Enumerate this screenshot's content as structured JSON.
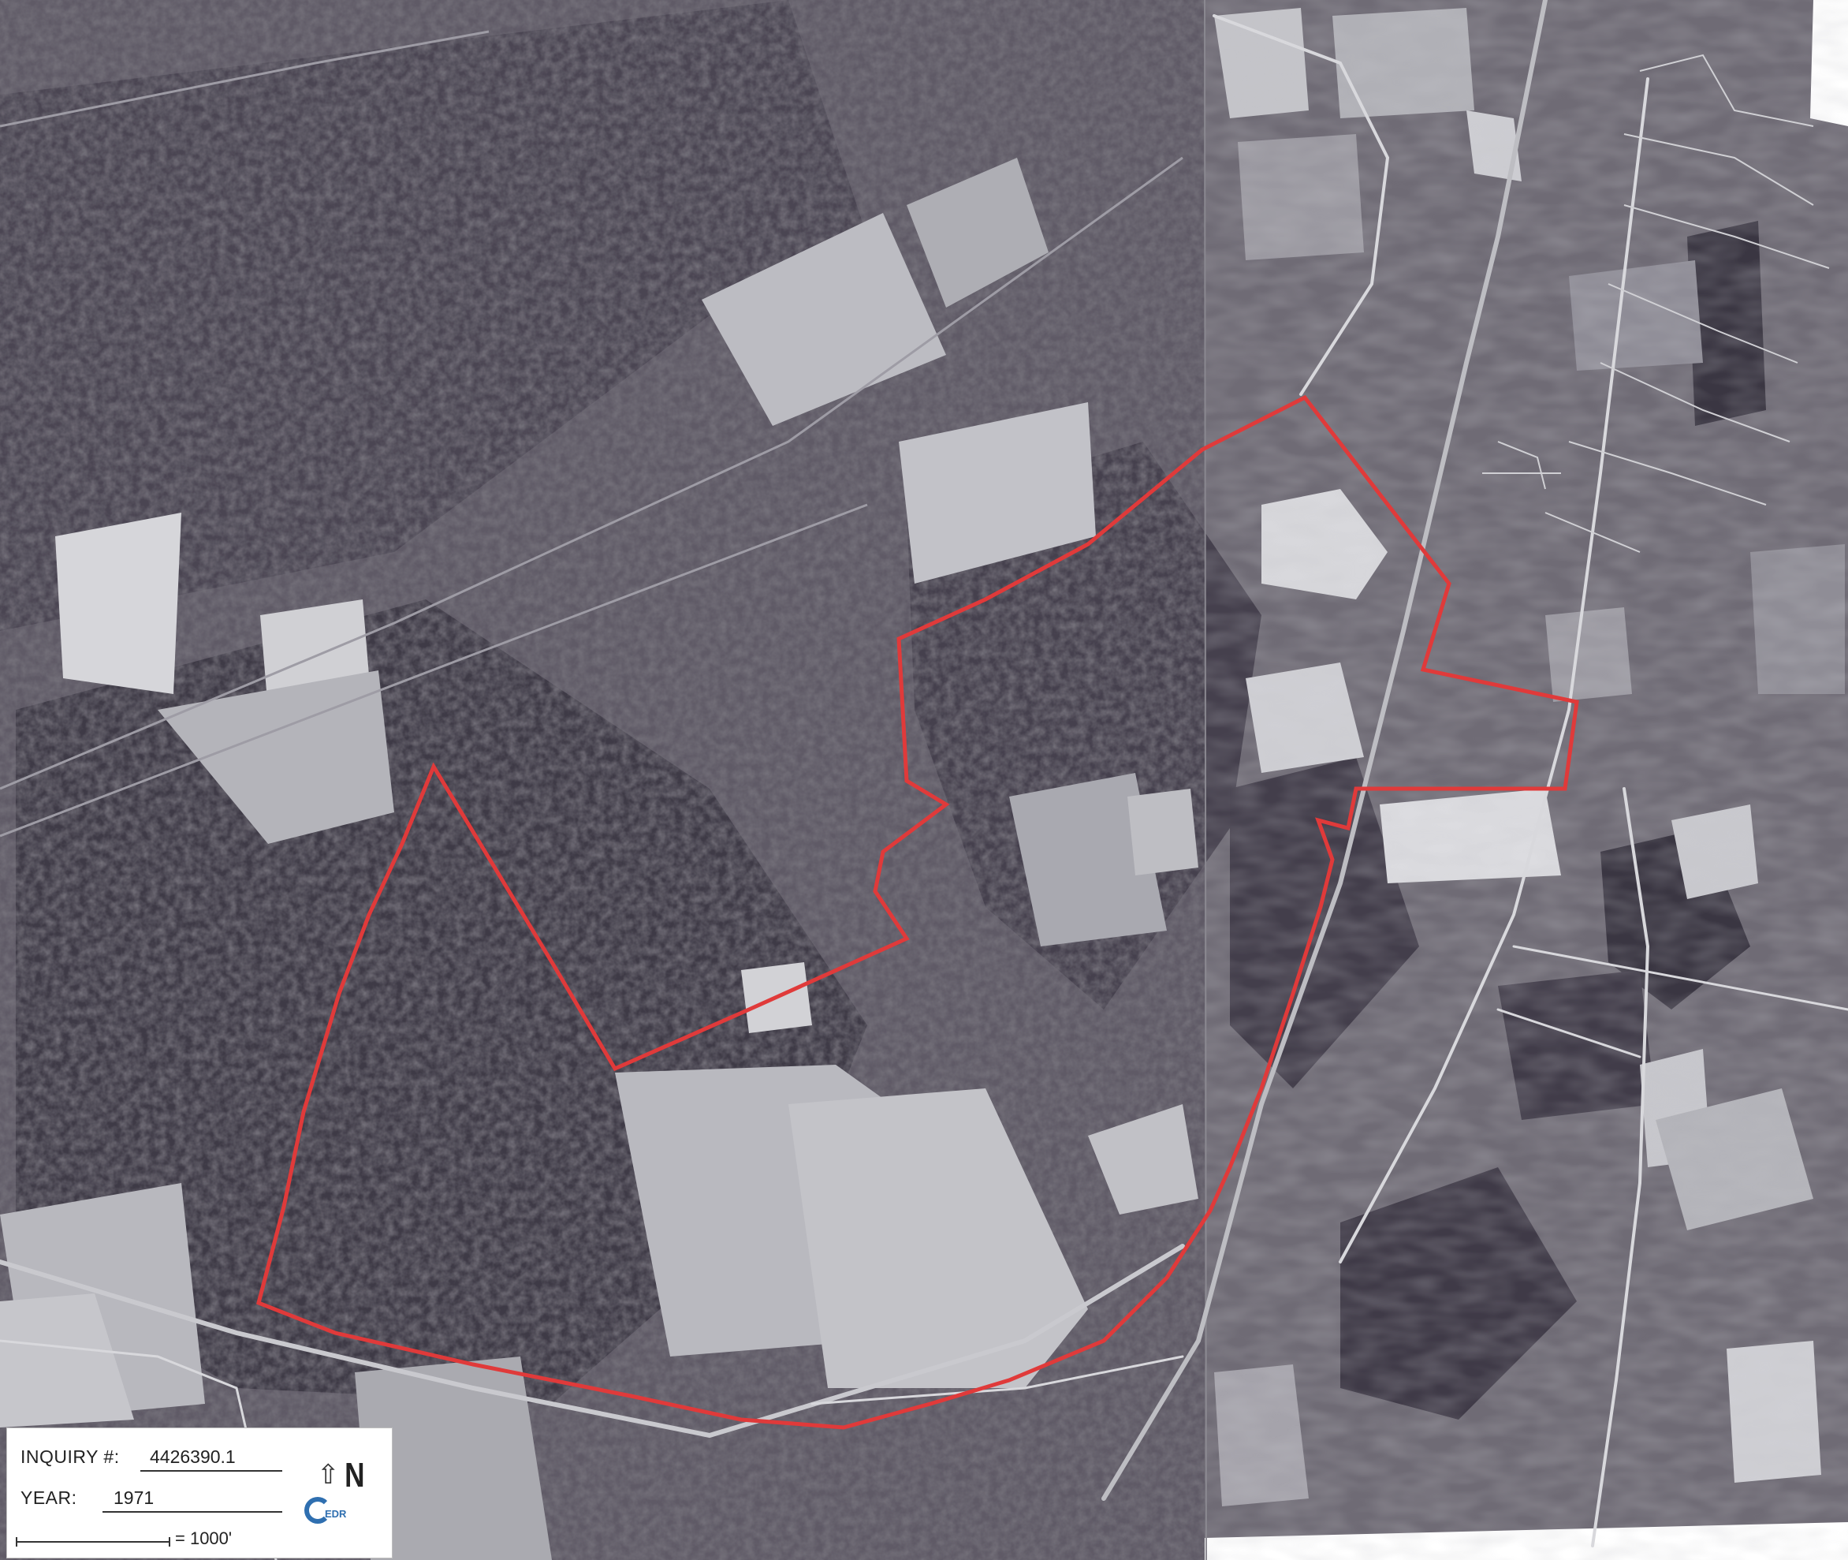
{
  "map": {
    "boundary_color": "#e03a3a",
    "imagery": "grayscale aerial photograph"
  },
  "legend": {
    "inquiry_label": "INQUIRY #:",
    "inquiry_value": "4426390.1",
    "year_label": "YEAR:",
    "year_value": "1971",
    "scale_text": "= 1000'",
    "north_letter": "N",
    "north_icon": "north-arrow-icon",
    "logo_text": "EDR",
    "logo_color": "#2f6fb0"
  }
}
